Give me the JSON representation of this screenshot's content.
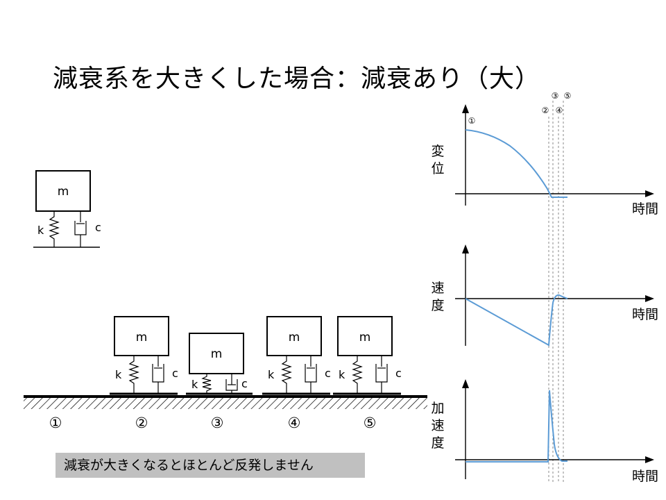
{
  "title": "減衰系を大きくした場合：減衰あり（大）",
  "note": "減衰が大きくなるとほとんど反発しません",
  "labels": {
    "mass": "m",
    "spring": "k",
    "damper": "c"
  },
  "states": [
    "①",
    "②",
    "③",
    "④",
    "⑤"
  ],
  "graphs": {
    "displacement_label": [
      "変",
      "位"
    ],
    "velocity_label": [
      "速",
      "度"
    ],
    "acceleration_label": [
      "加",
      "速",
      "度"
    ],
    "time_label": "時間"
  },
  "markers": {
    "top_row": [
      "③",
      "⑤"
    ],
    "bottom_row": [
      "②",
      "④"
    ],
    "start": "①"
  },
  "colors": {
    "curve": "#5b9bd5",
    "note_bg": "#c0c0c0",
    "ground": "#000000"
  }
}
